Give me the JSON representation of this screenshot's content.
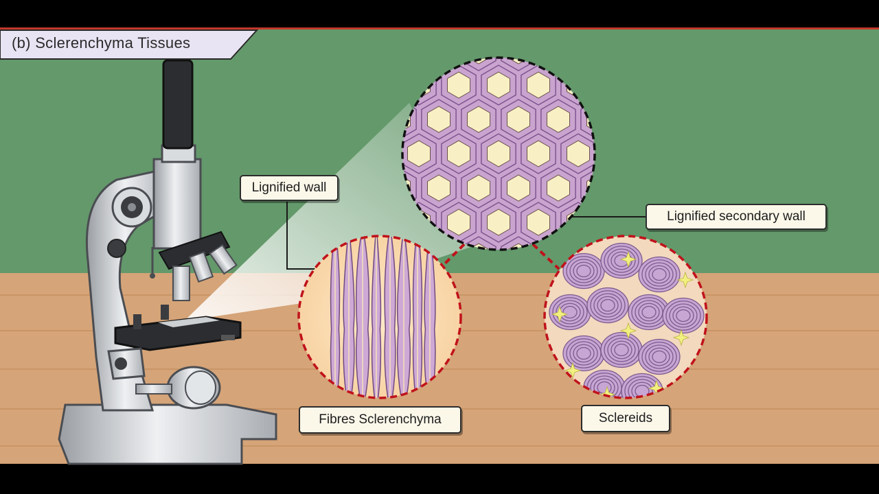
{
  "title": "(b) Sclerenchyma Tissues",
  "labels": {
    "lignified_wall": "Lignified wall",
    "lignified_secondary_wall": "Lignified secondary wall",
    "fibres": "Fibres Sclerenchyma",
    "sclereids": "Sclereids"
  },
  "colors": {
    "wall_green": "#64996b",
    "table_wood": "#d5a478",
    "lignified_purple": "#c9a4cf",
    "cell_lumen": "#f8f0c4",
    "dashed_border": "#c0121b",
    "label_fill": "#fbf8ea"
  },
  "icons": [
    "microscope-icon"
  ]
}
